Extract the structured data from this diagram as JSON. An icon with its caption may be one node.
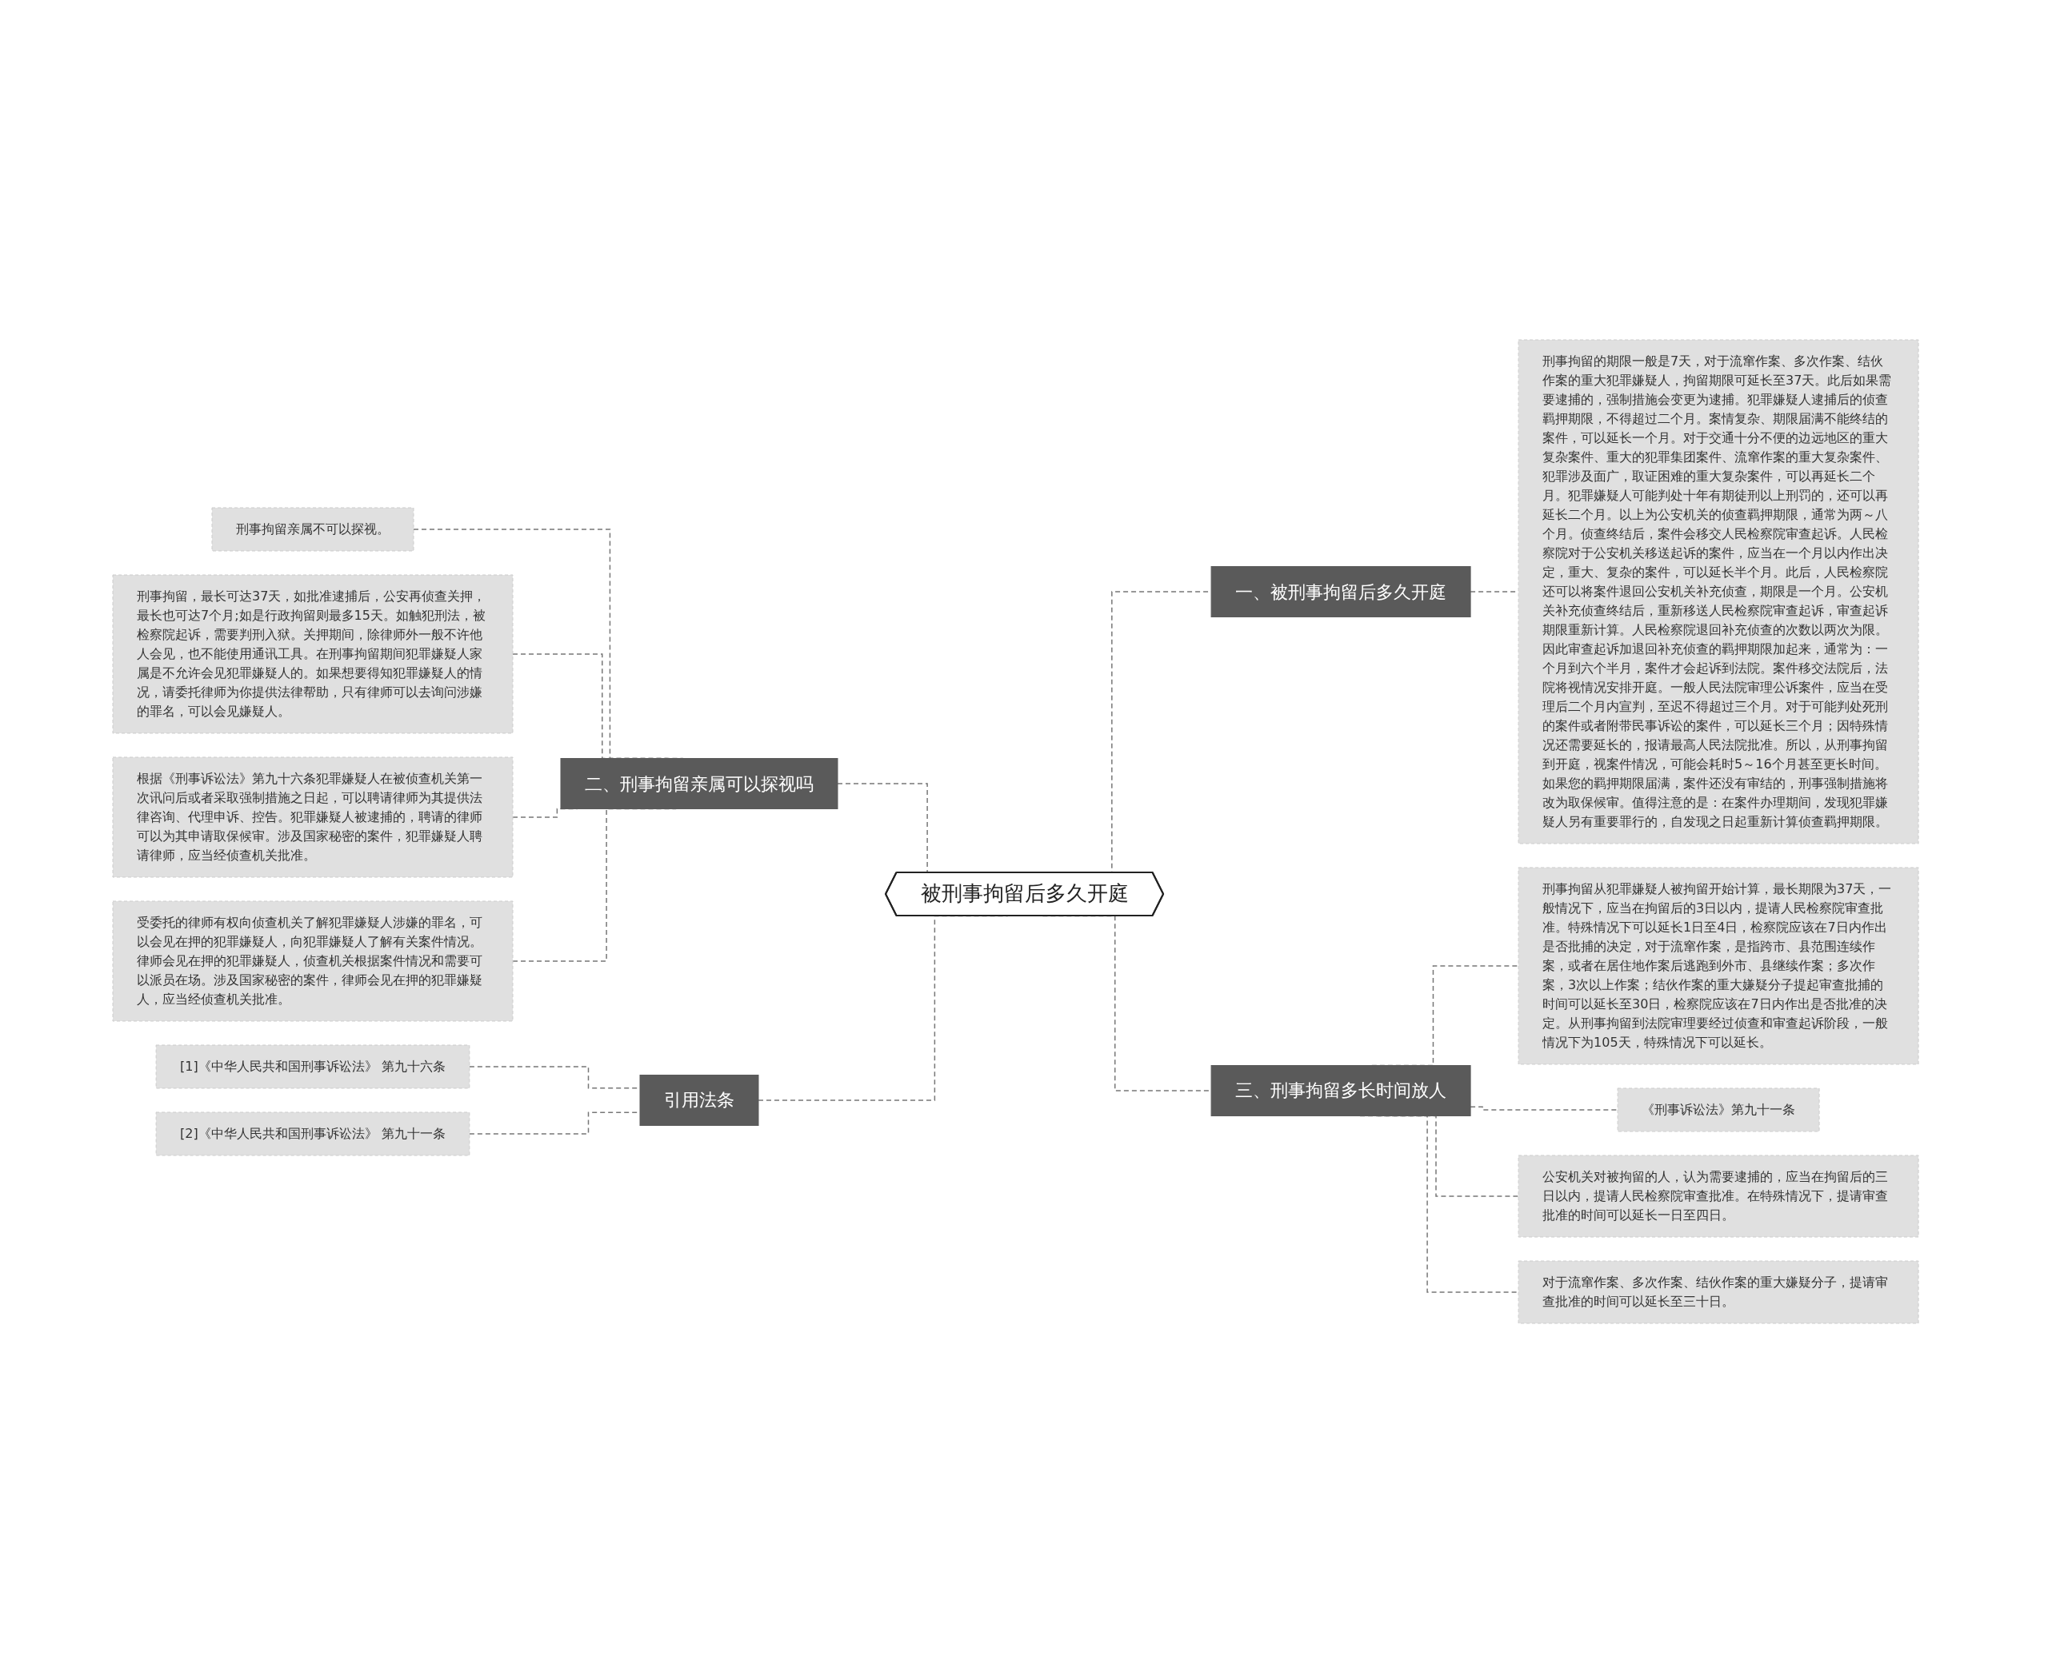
{
  "diagram": {
    "nodes": [
      {
        "text": [
          "被刑事拘留后多久开庭"
        ]
      },
      {
        "text": [
          "一、被刑事拘留后多久开庭"
        ]
      },
      {
        "text": [
          "刑事拘留的期限一般是7天，对于流窜作案、多次作案、结伙作案的重大犯罪嫌疑人，拘留期限可延长至37天。此后如果需要逮捕的，强制措施会变更为逮捕。犯罪嫌疑人逮捕后的侦查羁押期限，不得超过二个月。案情复杂、期限届满不能终结的案件，可以延长一个月。对于交通十分不便的边远地区的重大复杂案件、重大的犯罪集团案件、流窜作案的重大复杂案件、犯罪涉及面广，取证困难的重大复杂案件，可以再延长二个月。犯罪嫌疑人可能判处十年有期徒刑以上刑罚的，还可以再延长二个月。以上为公安机关的侦查羁押期限，通常为两～八个月。侦查终结后，案件会移交人民检察院审查起诉。人民检察院对于公安机关移送起诉的案件，应当在一个月以内作出决定，重大、复杂的案件，可以延长半个月。此后，人民检察院还可以将案件退回公安机关补充侦查，期限是一个月。公安机关补充侦查终结后，重新移送人民检察院审查起诉，审查起诉期限重新计算。人民检察院退回补充侦查的次数以两次为限。因此审查起诉加退回补充侦查的羁押期限加起来，通常为：一个月到六个半月，案件才会起诉到法院。案件移交法院后，法院将视情况安排开庭。一般人民法院审理公诉案件，应当在受理后二个月内宣判，至迟不得超过三个月。对于可能判处死刑的案件或者附带民事诉讼的案件，可以延长三个月；因特殊情况还需要延长的，报请最高人民法院批准。所以，从刑事拘留到开庭，视案件情况，可能会耗时5～16个月甚至更长时间。如果您的羁押期限届满，案件还没有审结的，刑事强制措施将改为取保候审。值得注意的是：在案件办理期间，发现犯罪嫌疑人另有重要罪行的，自发现之日起重新计算侦查羁押期限。"
        ]
      },
      {
        "text": [
          "二、刑事拘留亲属可以探视吗"
        ]
      },
      {
        "text": [
          "刑事拘留亲属不可以探视。"
        ]
      },
      {
        "text": [
          "刑事拘留，最长可达37天，如批准逮捕后，公安再侦查关押，最长也可达7个月;如是行政拘留则最多15天。如触犯刑法，被检察院起诉，需要判刑入狱。关押期间，除律师外一般不许他人会见，也不能使用通讯工具。在刑事拘留期间犯罪嫌疑人家属是不允许会见犯罪嫌疑人的。如果想要得知犯罪嫌疑人的情况，请委托律师为你提供法律帮助，只有律师可以去询问涉嫌的罪名，可以会见嫌疑人。"
        ]
      },
      {
        "text": [
          "根据《刑事诉讼法》第九十六条犯罪嫌疑人在被侦查机关第一次讯问后或者采取强制措施之日起，可以聘请律师为其提供法律咨询、代理申诉、控告。犯罪嫌疑人被逮捕的，聘请的律师可以为其申请取保候审。涉及国家秘密的案件，犯罪嫌疑人聘请律师，应当经侦查机关批准。"
        ]
      },
      {
        "text": [
          "受委托的律师有权向侦查机关了解犯罪嫌疑人涉嫌的罪名，可以会见在押的犯罪嫌疑人，向犯罪嫌疑人了解有关案件情况。律师会见在押的犯罪嫌疑人，侦查机关根据案件情况和需要可以派员在场。涉及国家秘密的案件，律师会见在押的犯罪嫌疑人，应当经侦查机关批准。"
        ]
      },
      {
        "text": [
          "引用法条"
        ]
      },
      {
        "text": [
          "[1]《中华人民共和国刑事诉讼法》 第九十六条"
        ]
      },
      {
        "text": [
          "[2]《中华人民共和国刑事诉讼法》 第九十一条"
        ]
      },
      {
        "text": [
          "三、刑事拘留多长时间放人"
        ]
      },
      {
        "text": [
          "刑事拘留从犯罪嫌疑人被拘留开始计算，最长期限为37天，一般情况下，应当在拘留后的3日以内，提请人民检察院审查批准。特殊情况下可以延长1日至4日，检察院应该在7日内作出是否批捕的决定，对于流窜作案，是指跨市、县范围连续作案，或者在居住地作案后逃跑到外市、县继续作案；多次作案，3次以上作案；结伙作案的重大嫌疑分子提起审查批捕的时间可以延长至30日，检察院应该在7日内作出是否批准的决定。从刑事拘留到法院审理要经过侦查和审查起诉阶段，一般情况下为105天，特殊情况下可以延长。"
        ]
      },
      {
        "text": [
          "《刑事诉讼法》第九十一条"
        ]
      },
      {
        "text": [
          "公安机关对被拘留的人，认为需要逮捕的，应当在拘留后的三日以内，提请人民检察院审查批准。在特殊情况下，提请审查批准的时间可以延长一日至四日。"
        ]
      },
      {
        "text": [
          "对于流窜作案、多次作案、结伙作案的重大嫌疑分子，提请审查批准的时间可以延长至三十日。"
        ]
      }
    ],
    "edges": [
      {
        "from": 0,
        "to": 1,
        "arrow": "none",
        "style": "dashed"
      },
      {
        "from": 1,
        "to": 2,
        "arrow": "none",
        "style": "dashed"
      },
      {
        "from": 3,
        "to": 0,
        "arrow": "none",
        "style": "dashed"
      },
      {
        "from": 4,
        "to": 3,
        "arrow": "none",
        "style": "dashed"
      },
      {
        "from": 5,
        "to": 3,
        "arrow": "none",
        "style": "dashed"
      },
      {
        "from": 6,
        "to": 3,
        "arrow": "none",
        "style": "dashed"
      },
      {
        "from": 7,
        "to": 3,
        "arrow": "none",
        "style": "dashed"
      },
      {
        "from": 8,
        "to": 0,
        "arrow": "none",
        "style": "dashed"
      },
      {
        "from": 9,
        "to": 8,
        "arrow": "none",
        "style": "dashed"
      },
      {
        "from": 10,
        "to": 8,
        "arrow": "none",
        "style": "dashed"
      },
      {
        "from": 0,
        "to": 11,
        "arrow": "none",
        "style": "dashed"
      },
      {
        "from": 11,
        "to": 12,
        "arrow": "none",
        "style": "dashed"
      },
      {
        "from": 11,
        "to": 13,
        "arrow": "none",
        "style": "dashed"
      },
      {
        "from": 11,
        "to": 14,
        "arrow": "none",
        "style": "dashed"
      },
      {
        "from": 11,
        "to": 15,
        "arrow": "none",
        "style": "dashed"
      }
    ]
  }
}
